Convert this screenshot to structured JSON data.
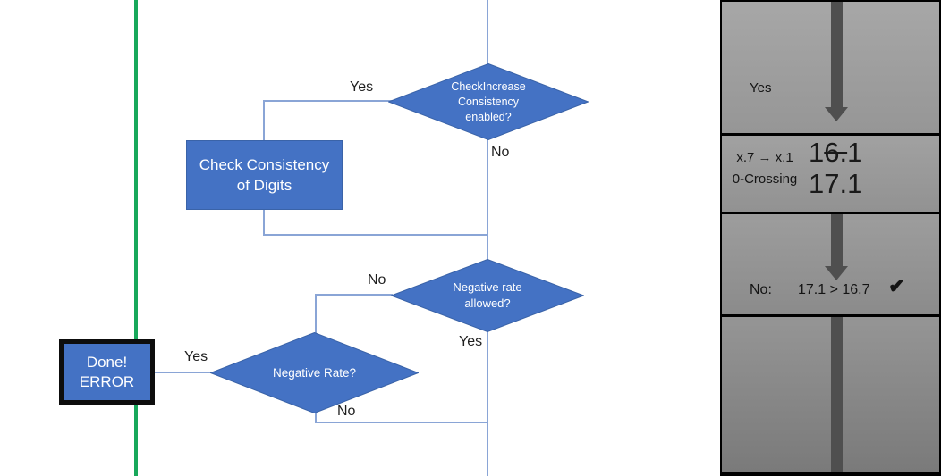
{
  "slide": {
    "flowchart": {
      "decision_check_increase": {
        "line1": "CheckIncrease",
        "line2": "Consistency",
        "line3": "enabled?"
      },
      "process_check_digits": {
        "line1": "Check Consistency",
        "line2": "of Digits"
      },
      "decision_negative_rate_allowed": {
        "line1": "Negative rate",
        "line2": "allowed?"
      },
      "decision_negative_rate": {
        "label": "Negative Rate?"
      },
      "done_error_box": {
        "line1": "Done!",
        "line2": "ERROR"
      },
      "edge_labels": {
        "check_increase_yes": "Yes",
        "check_increase_no": "No",
        "rate_allowed_no": "No",
        "rate_allowed_yes": "Yes",
        "negative_rate_yes": "Yes",
        "negative_rate_no": "No"
      }
    },
    "side_panel": {
      "step_yes_label": "Yes",
      "crossing_rule_line1": "x.7 → x.1",
      "crossing_rule_line2": "0-Crossing",
      "old_value": {
        "prefix": "1",
        "struck": "6.",
        "suffix": "1"
      },
      "new_value": "17.1",
      "result_label": "No:",
      "comparison": "17.1 > 16.7",
      "check_icon": "✔"
    },
    "colors": {
      "shape_blue": "#4472C4",
      "shape_border_blue": "#3a63a8",
      "connector_blue": "#8aa5d6",
      "green_line": "#18a85b",
      "arrow_gray": "#4f4f4f"
    }
  }
}
